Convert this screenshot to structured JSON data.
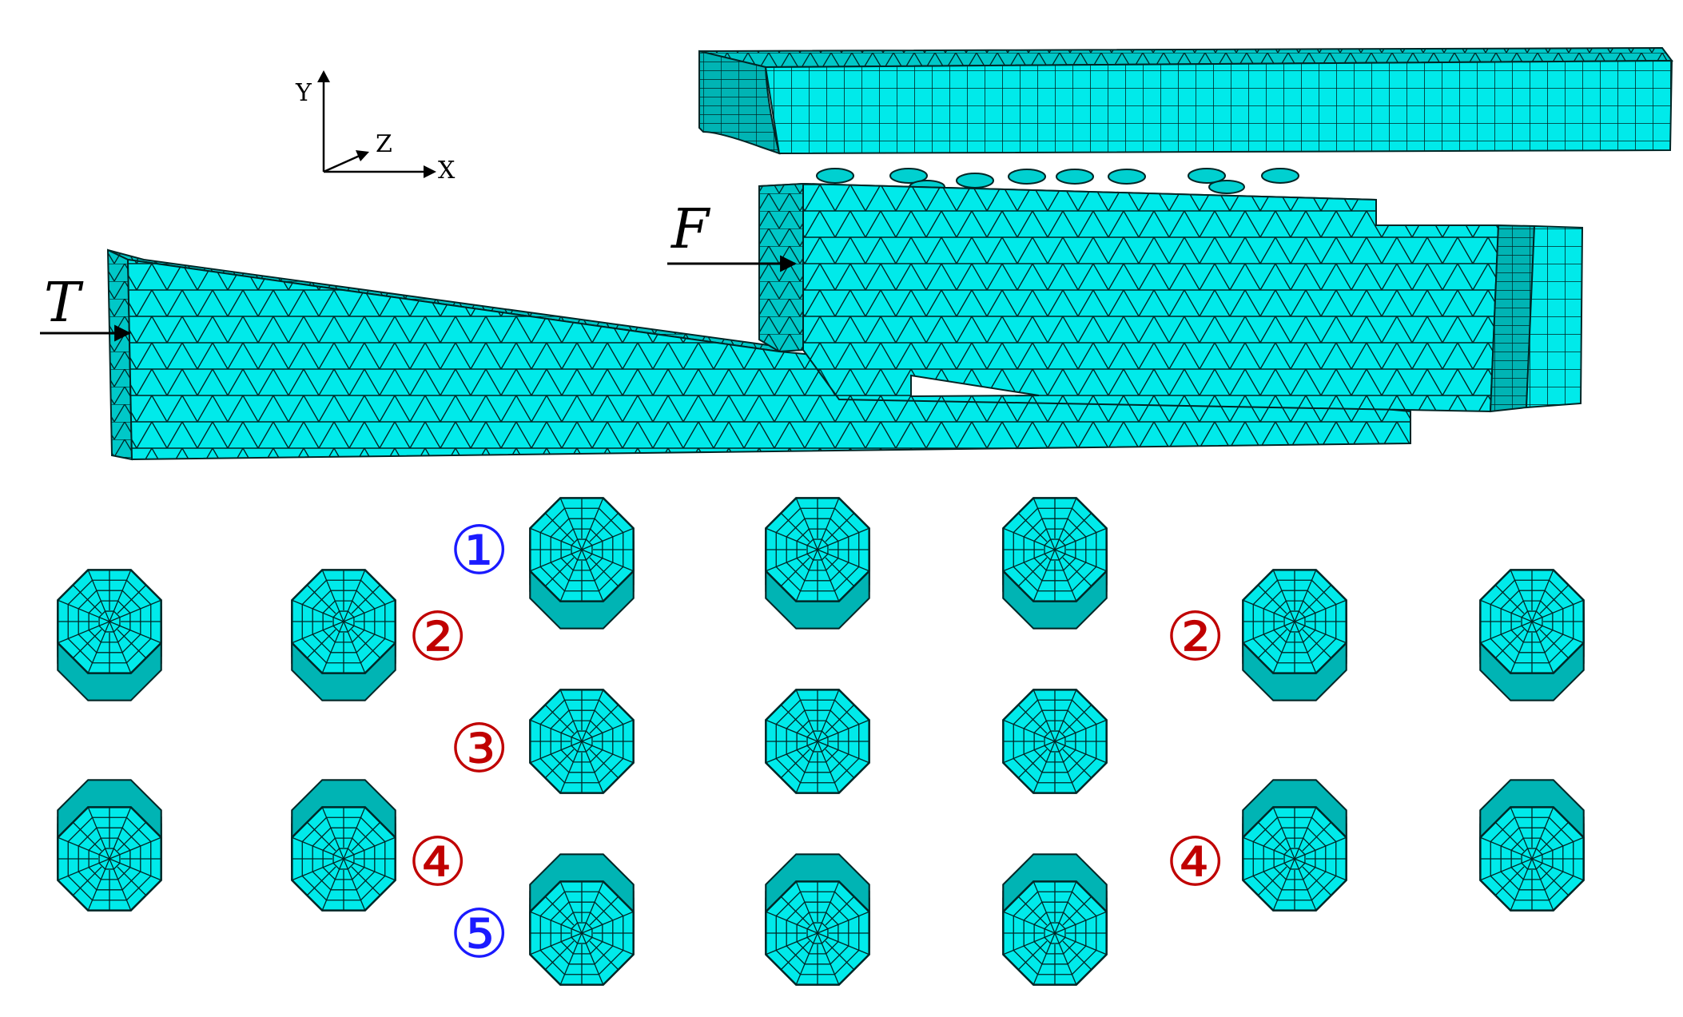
{
  "colors": {
    "mesh_fill": "#00eaea",
    "mesh_side": "#00b4b4",
    "mesh_edge": "#002626",
    "label_blue": "#1a1aff",
    "label_red": "#c00000"
  },
  "axes": {
    "y": "Y",
    "z": "Z",
    "x": "X"
  },
  "loads": {
    "t": "T",
    "f": "F"
  },
  "bolt_labels": {
    "row1": "①",
    "row2_left": "②",
    "row2_right": "②",
    "row3": "③",
    "row4_left": "④",
    "row4_right": "④",
    "row5": "⑤"
  }
}
